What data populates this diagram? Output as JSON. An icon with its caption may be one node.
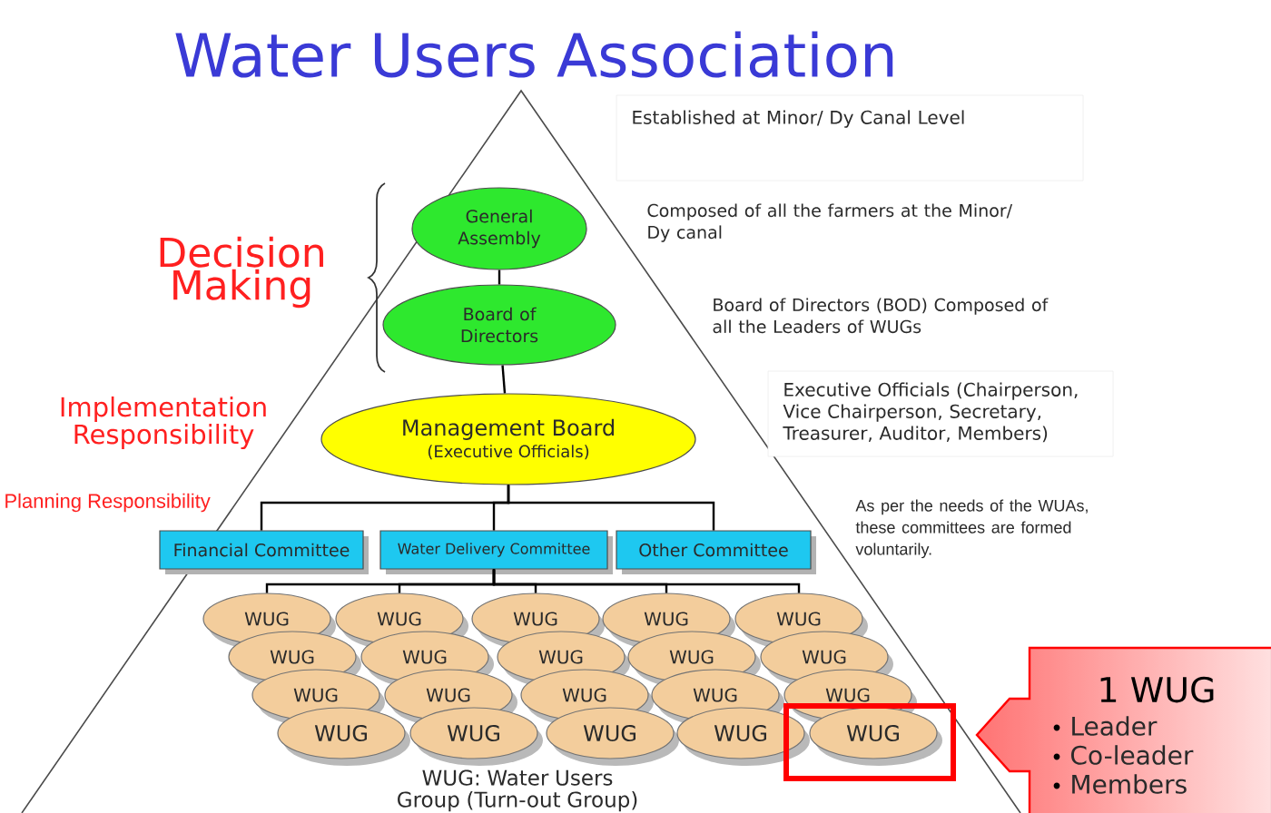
{
  "diagram": {
    "title": "Water Users Association",
    "nodes": [
      {
        "text": [
          "General Assembly"
        ]
      },
      {
        "text": [
          "Board of Directors"
        ]
      },
      {
        "text": [
          "Management Board",
          "(Executive Officials)"
        ]
      },
      {
        "text": [
          "Financial Committee"
        ]
      },
      {
        "text": [
          "Water Delivery Committee"
        ]
      },
      {
        "text": [
          "Other Committee"
        ]
      },
      {
        "text": [
          "Established at Minor/ Dy Canal Level"
        ]
      },
      {
        "text": [
          "Executive Officials (Chairperson, Vice Chairperson, Secretary, Treasurer, Auditor, Members)"
        ]
      },
      {
        "text": [],
        "shape": "box"
      },
      {
        "text": [
          "WUG"
        ]
      },
      {
        "text": [
          "WUG"
        ]
      },
      {
        "text": [
          "WUG"
        ]
      },
      {
        "text": [
          "WUG"
        ]
      },
      {
        "text": [
          "WUG"
        ]
      },
      {
        "text": [
          "WUG"
        ]
      },
      {
        "text": [
          "WUG"
        ]
      },
      {
        "text": [
          "WUG"
        ]
      },
      {
        "text": [
          "WUG"
        ]
      },
      {
        "text": [
          "WUG"
        ]
      },
      {
        "text": [
          "WUG"
        ]
      },
      {
        "text": [
          "WUG"
        ]
      },
      {
        "text": [
          "WUG"
        ]
      },
      {
        "text": [
          "WUG"
        ]
      },
      {
        "text": [
          "WUG"
        ]
      },
      {
        "text": [
          "WUG"
        ]
      },
      {
        "text": [
          "WUG"
        ]
      },
      {
        "text": [
          "WUG"
        ]
      },
      {
        "text": [
          "WUG"
        ]
      },
      {
        "text": [
          "WUG"
        ],
        "in": 8
      },
      {
        "text": [
          "1 WUG",
          "Leader",
          "Co-leader",
          "Members"
        ]
      }
    ],
    "edges": [
      {
        "from": 0,
        "to": 1,
        "arrow": "none"
      },
      {
        "from": 1,
        "to": 2,
        "arrow": "none"
      },
      {
        "from": 2,
        "to": 3,
        "arrow": "none"
      },
      {
        "from": 2,
        "to": 4,
        "arrow": "none"
      },
      {
        "from": 2,
        "to": 5,
        "arrow": "none"
      },
      {
        "from": 4,
        "to": 9,
        "arrow": "none"
      },
      {
        "from": 4,
        "to": 10,
        "arrow": "none"
      },
      {
        "from": 4,
        "to": 11,
        "arrow": "none"
      },
      {
        "from": 4,
        "to": 12,
        "arrow": "none"
      },
      {
        "from": 4,
        "to": 13,
        "arrow": "none"
      }
    ],
    "labels": [
      "Decision Making",
      "Implementation Responsibility",
      "Planning Responsibility",
      "Composed of all the farmers at the Minor/ Dy canal",
      "Board of Directors (BOD) Composed of all the Leaders of WUGs",
      "As per the needs of the WUAs, these committees are formed voluntarily.",
      "WUG: Water Users Group (Turn-out Group)"
    ]
  }
}
